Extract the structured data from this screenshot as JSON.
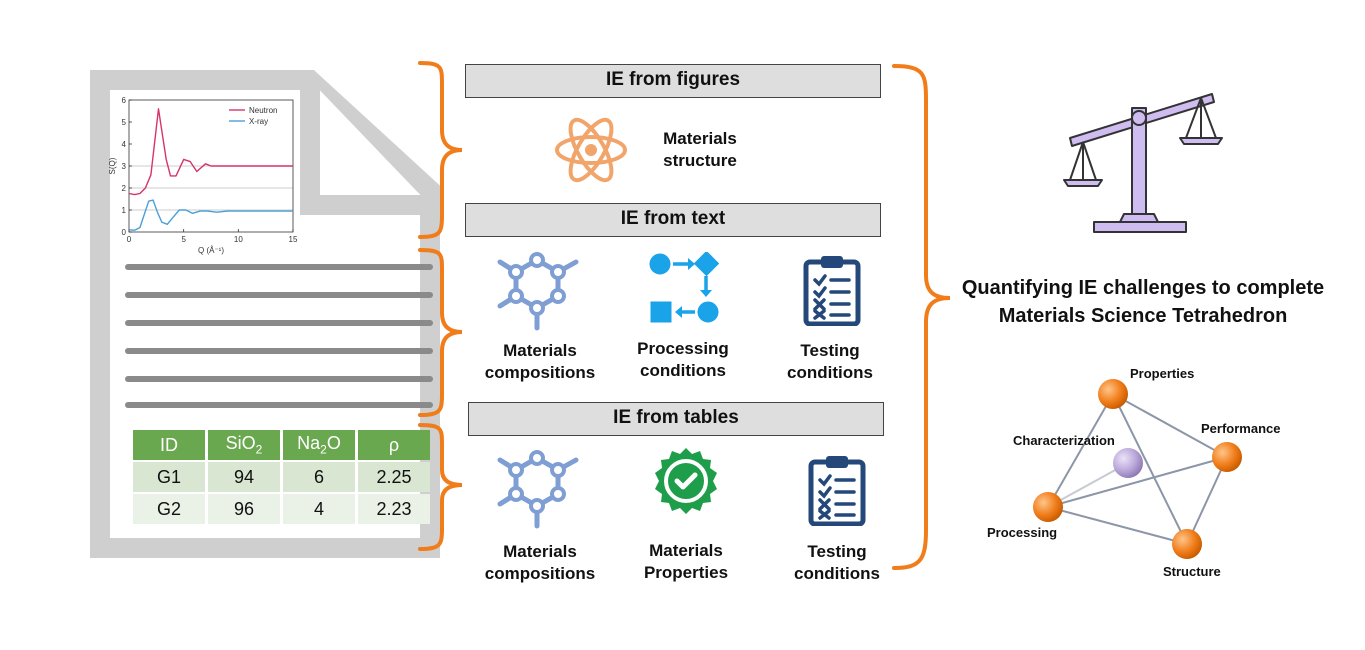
{
  "sections": {
    "figures": {
      "title": "IE from figures",
      "items": [
        {
          "label": "Materials structure",
          "icon": "atom-icon"
        }
      ]
    },
    "text": {
      "title": "IE from text",
      "items": [
        {
          "label": "Materials compositions",
          "icon": "molecule-icon"
        },
        {
          "label": "Processing conditions",
          "icon": "process-flow-icon"
        },
        {
          "label": "Testing conditions",
          "icon": "clipboard-checklist-icon"
        }
      ]
    },
    "tables": {
      "title": "IE from tables",
      "items": [
        {
          "label": "Materials compositions",
          "icon": "molecule-icon"
        },
        {
          "label": "Materials Properties",
          "icon": "badge-check-icon"
        },
        {
          "label": "Testing conditions",
          "icon": "clipboard-checklist-icon"
        }
      ]
    }
  },
  "right": {
    "title": "Quantifying IE challenges to complete Materials Science Tetrahedron",
    "icon": "balance-scale-icon",
    "nodes": {
      "properties": "Properties",
      "performance": "Performance",
      "characterization": "Characterization",
      "processing": "Processing",
      "structure": "Structure"
    }
  },
  "document": {
    "table": {
      "headers": [
        "ID",
        "SiO2",
        "Na2O",
        "ρ"
      ],
      "header_parts": [
        {
          "main": "ID",
          "sub": "",
          "tail": ""
        },
        {
          "main": "SiO",
          "sub": "2",
          "tail": ""
        },
        {
          "main": "Na",
          "sub": "2",
          "tail": "O"
        },
        {
          "main": "ρ",
          "sub": "",
          "tail": ""
        }
      ],
      "rows": [
        [
          "G1",
          "94",
          "6",
          "2.25"
        ],
        [
          "G2",
          "96",
          "4",
          "2.23"
        ]
      ]
    }
  },
  "chart_data": {
    "type": "line",
    "ylabel": "S(Q)",
    "xlabel": "Q (Å⁻¹)",
    "xlim": [
      0,
      15
    ],
    "ylim": [
      0,
      6
    ],
    "xticks": [
      0,
      5,
      10,
      15
    ],
    "yticks": [
      0,
      1,
      2,
      3,
      4,
      5,
      6
    ],
    "legend_position": "top-right",
    "series": [
      {
        "name": "Neutron",
        "color": "#d6336c",
        "x": [
          0.0,
          0.5,
          1.0,
          1.5,
          2.0,
          2.4,
          2.7,
          3.0,
          3.4,
          3.8,
          4.3,
          5.0,
          5.6,
          6.2,
          7.0,
          7.5,
          8.3,
          9.0,
          10.0,
          11.0,
          12.0,
          13.0,
          14.0,
          15.0
        ],
        "y": [
          1.75,
          1.7,
          1.75,
          2.0,
          2.6,
          4.3,
          5.6,
          4.6,
          3.3,
          2.55,
          2.55,
          3.3,
          3.2,
          2.75,
          3.1,
          3.0,
          3.0,
          3.0,
          3.0,
          3.0,
          3.0,
          3.0,
          3.0,
          3.0
        ]
      },
      {
        "name": "X-ray",
        "color": "#4a9fd8",
        "x": [
          0.0,
          0.5,
          1.0,
          1.4,
          1.8,
          2.2,
          2.6,
          3.0,
          3.5,
          4.0,
          4.6,
          5.2,
          5.8,
          6.5,
          7.2,
          8.0,
          9.0,
          10.0,
          11.0,
          12.0,
          13.0,
          14.0,
          15.0
        ],
        "y": [
          0.1,
          0.08,
          0.2,
          0.8,
          1.4,
          1.45,
          0.9,
          0.45,
          0.35,
          0.65,
          1.0,
          1.0,
          0.85,
          0.95,
          0.95,
          0.9,
          0.95,
          0.95,
          0.95,
          0.95,
          0.95,
          0.95,
          0.95
        ]
      }
    ]
  },
  "colors": {
    "brace": "#f07d1a",
    "band_fill": "#dedede",
    "icon_blue": "#7f9fd4",
    "flow_blue": "#1aa3e8",
    "clipboard_navy": "#24487a",
    "badge_green": "#1e9e4a",
    "atom_orange": "#f2a56b",
    "scale_purple": "#cfbdf2",
    "node_orange": "#f07d1a",
    "node_purple": "#b9a6d9",
    "table_green": "#6aa84f"
  }
}
